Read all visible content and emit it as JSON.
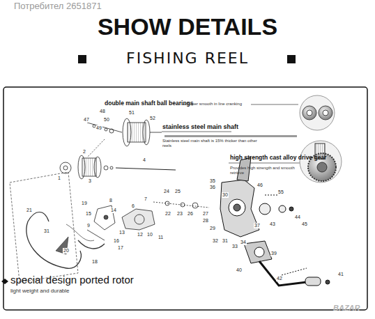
{
  "diagram": {
    "title": "SHOW DETAILS",
    "labels": [
      "Потребител 2651871",
      "FISHING REEL",
      "double main shaft ball bearings",
      "Super smooth in line cranking",
      "stainless steel main shaft",
      "Stainless steel main shaft is 15% thicker than other reels",
      "high strength cast alloy drive gear",
      "Provides high strength and smooth retrieve",
      "special design ported rotor",
      "light weight and durable",
      "BAZAR",
      "48",
      "47",
      "50",
      "49",
      "51",
      "52",
      "2",
      "3",
      "4",
      "1",
      "8",
      "7",
      "6",
      "14",
      "13",
      "19",
      "15",
      "9",
      "12",
      "10",
      "11",
      "16",
      "17",
      "18",
      "20",
      "21",
      "31",
      "24",
      "25",
      "22",
      "23",
      "26",
      "27",
      "28",
      "29",
      "30",
      "35",
      "36",
      "32",
      "31",
      "33",
      "34",
      "37",
      "43",
      "46",
      "55",
      "44",
      "45",
      "39",
      "40",
      "42",
      "41"
    ]
  }
}
